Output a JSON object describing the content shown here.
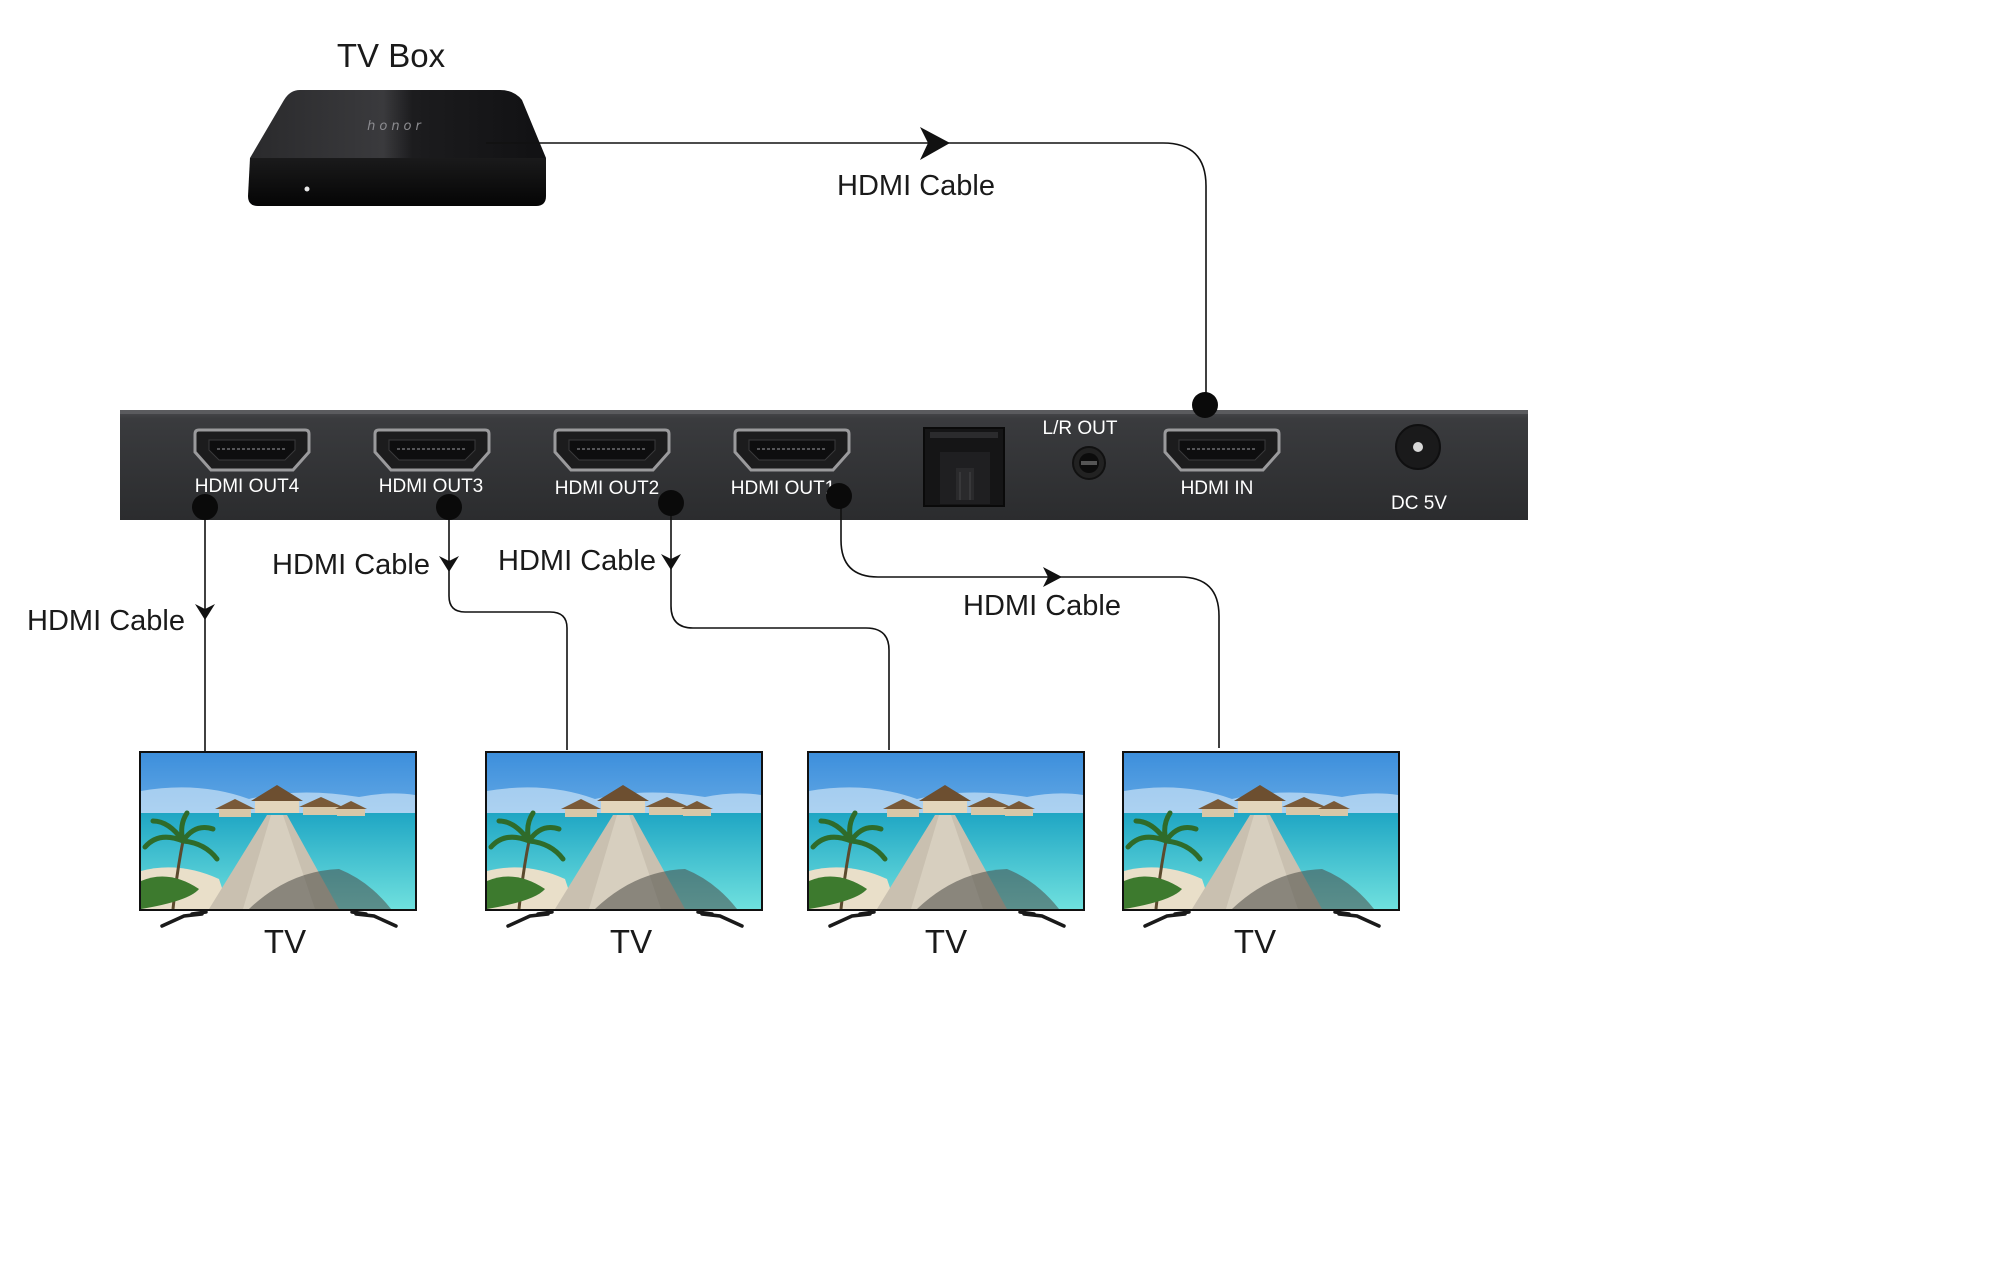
{
  "source": {
    "label": "TV Box",
    "brand_text": "honor"
  },
  "cables": {
    "input": "HDMI Cable",
    "out1": "HDMI Cable",
    "out2": "HDMI Cable",
    "out3": "HDMI Cable",
    "out4": "HDMI Cable"
  },
  "splitter": {
    "ports": {
      "out4": "HDMI OUT4",
      "out3": "HDMI OUT3",
      "out2": "HDMI OUT2",
      "out1": "HDMI OUT1",
      "lr_out": "L/R OUT",
      "hdmi_in": "HDMI IN",
      "dc": "DC 5V"
    }
  },
  "displays": [
    {
      "label": "TV"
    },
    {
      "label": "TV"
    },
    {
      "label": "TV"
    },
    {
      "label": "TV"
    }
  ],
  "colors": {
    "panel": "#353638",
    "sky": "#5aa6e6",
    "water": "#3fc3cf",
    "sand": "#e9dfc9",
    "line": "#111111"
  }
}
